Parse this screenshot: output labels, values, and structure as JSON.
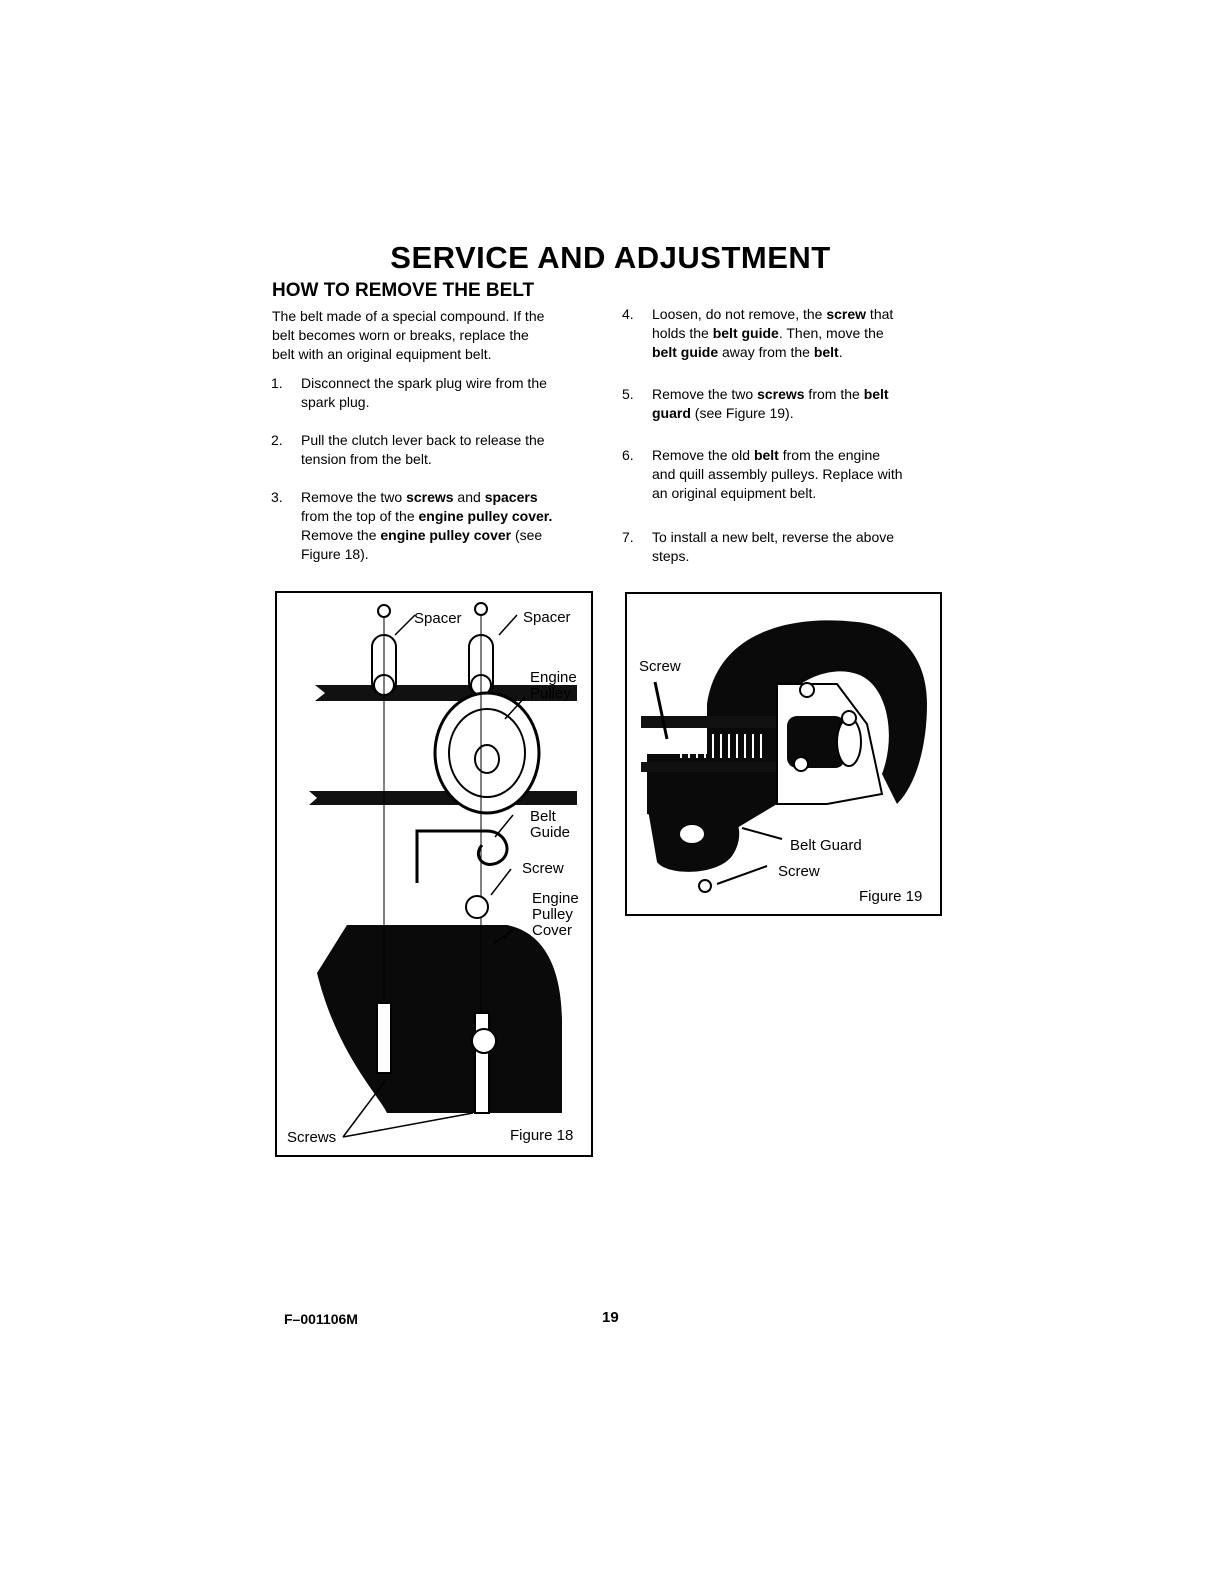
{
  "page": {
    "title": "SERVICE AND ADJUSTMENT",
    "section_heading": "HOW TO REMOVE THE BELT",
    "intro_lines": [
      "The belt made of a special compound. If the",
      "belt becomes worn or breaks, replace the",
      "belt with an original equipment belt."
    ]
  },
  "steps_left": [
    {
      "num": "1.",
      "lines": [
        [
          {
            "t": "Disconnect the spark plug wire from the",
            "b": false
          }
        ],
        [
          {
            "t": "spark plug.",
            "b": false
          }
        ]
      ]
    },
    {
      "num": "2.",
      "lines": [
        [
          {
            "t": "Pull the clutch lever back to release the",
            "b": false
          }
        ],
        [
          {
            "t": "tension from the belt.",
            "b": false
          }
        ]
      ]
    },
    {
      "num": "3.",
      "lines": [
        [
          {
            "t": "Remove the two ",
            "b": false
          },
          {
            "t": "screws",
            "b": true
          },
          {
            "t": " and ",
            "b": false
          },
          {
            "t": "spacers",
            "b": true
          }
        ],
        [
          {
            "t": "from the top of the ",
            "b": false
          },
          {
            "t": "engine pulley cover.",
            "b": true
          }
        ],
        [
          {
            "t": "Remove the ",
            "b": false
          },
          {
            "t": "engine pulley cover",
            "b": true
          },
          {
            "t": " (see",
            "b": false
          }
        ],
        [
          {
            "t": "Figure 18).",
            "b": false
          }
        ]
      ]
    }
  ],
  "steps_right": [
    {
      "num": "4.",
      "lines": [
        [
          {
            "t": "Loosen, do not remove, the ",
            "b": false
          },
          {
            "t": "screw",
            "b": true
          },
          {
            "t": " that",
            "b": false
          }
        ],
        [
          {
            "t": "holds the ",
            "b": false
          },
          {
            "t": "belt guide",
            "b": true
          },
          {
            "t": ". Then, move the",
            "b": false
          }
        ],
        [
          {
            "t": "belt guide",
            "b": true
          },
          {
            "t": " away from the ",
            "b": false
          },
          {
            "t": "belt",
            "b": true
          },
          {
            "t": ".",
            "b": false
          }
        ]
      ]
    },
    {
      "num": "5.",
      "lines": [
        [
          {
            "t": "Remove the two ",
            "b": false
          },
          {
            "t": "screws",
            "b": true
          },
          {
            "t": " from the ",
            "b": false
          },
          {
            "t": "belt",
            "b": true
          }
        ],
        [
          {
            "t": "guard",
            "b": true
          },
          {
            "t": " (see Figure 19).",
            "b": false
          }
        ]
      ]
    },
    {
      "num": "6.",
      "lines": [
        [
          {
            "t": "Remove the old ",
            "b": false
          },
          {
            "t": "belt",
            "b": true
          },
          {
            "t": " from the engine",
            "b": false
          }
        ],
        [
          {
            "t": "and quill assembly pulleys. Replace with",
            "b": false
          }
        ],
        [
          {
            "t": "an original equipment belt.",
            "b": false
          }
        ]
      ]
    },
    {
      "num": "7.",
      "lines": [
        [
          {
            "t": "To install a new belt, reverse the above",
            "b": false
          }
        ],
        [
          {
            "t": "steps.",
            "b": false
          }
        ]
      ]
    }
  ],
  "figure18": {
    "caption": "Figure 18",
    "labels": {
      "spacer_left": "Spacer",
      "spacer_right": "Spacer",
      "engine_pulley": [
        "Engine",
        "Pulley"
      ],
      "belt_guide": [
        "Belt",
        "Guide"
      ],
      "screw": "Screw",
      "engine_pulley_cover": [
        "Engine",
        "Pulley",
        "Cover"
      ],
      "screws": "Screws"
    }
  },
  "figure19": {
    "caption": "Figure 19",
    "labels": {
      "screw_top": "Screw",
      "belt_guard": "Belt Guard",
      "screw_bottom": "Screw"
    }
  },
  "footer": {
    "code": "F–001106M",
    "page_number": "19"
  }
}
